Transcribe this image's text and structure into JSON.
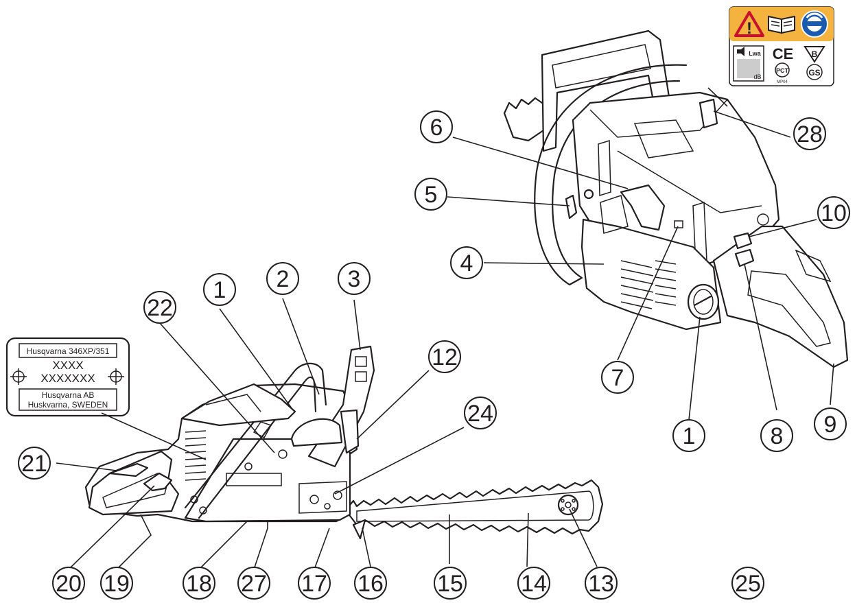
{
  "callouts": [
    {
      "label": "1"
    },
    {
      "label": "2"
    },
    {
      "label": "3"
    },
    {
      "label": "4"
    },
    {
      "label": "5"
    },
    {
      "label": "6"
    },
    {
      "label": "7"
    },
    {
      "label": "1"
    },
    {
      "label": "8"
    },
    {
      "label": "9"
    },
    {
      "label": "10"
    },
    {
      "label": "12"
    },
    {
      "label": "13"
    },
    {
      "label": "14"
    },
    {
      "label": "15"
    },
    {
      "label": "16"
    },
    {
      "label": "17"
    },
    {
      "label": "18"
    },
    {
      "label": "19"
    },
    {
      "label": "20"
    },
    {
      "label": "21"
    },
    {
      "label": "22"
    },
    {
      "label": "24"
    },
    {
      "label": "25"
    },
    {
      "label": "27"
    },
    {
      "label": "28"
    }
  ],
  "rating_plate": {
    "model": "Husqvarna 346XP/351",
    "line1": "XXXX",
    "line2": "XXXXXXX",
    "maker": "Husqvarna AB",
    "address": "Huskvarna, SWEDEN"
  },
  "symbol_decal": {
    "noise_unit": "dB",
    "lwa": "Lwa",
    "ce": "CE",
    "b_mark": "B",
    "pct_code": "MP04",
    "pct_mark": "PCT",
    "gost_mark": "GS",
    "warning_color": "#f4b23e",
    "icon_color": "#1a5bb0"
  }
}
